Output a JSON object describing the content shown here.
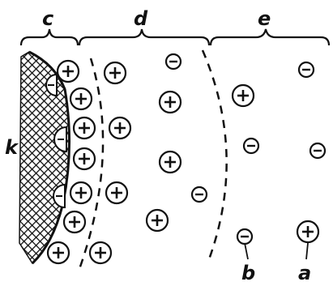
{
  "labels": {
    "c": "c",
    "d": "d",
    "e": "e",
    "k": "k",
    "a": "a",
    "b": "b"
  },
  "symbols": {
    "positive": "+",
    "negative": "−"
  },
  "colors": {
    "ink": "#111111",
    "background": "#ffffff"
  }
}
